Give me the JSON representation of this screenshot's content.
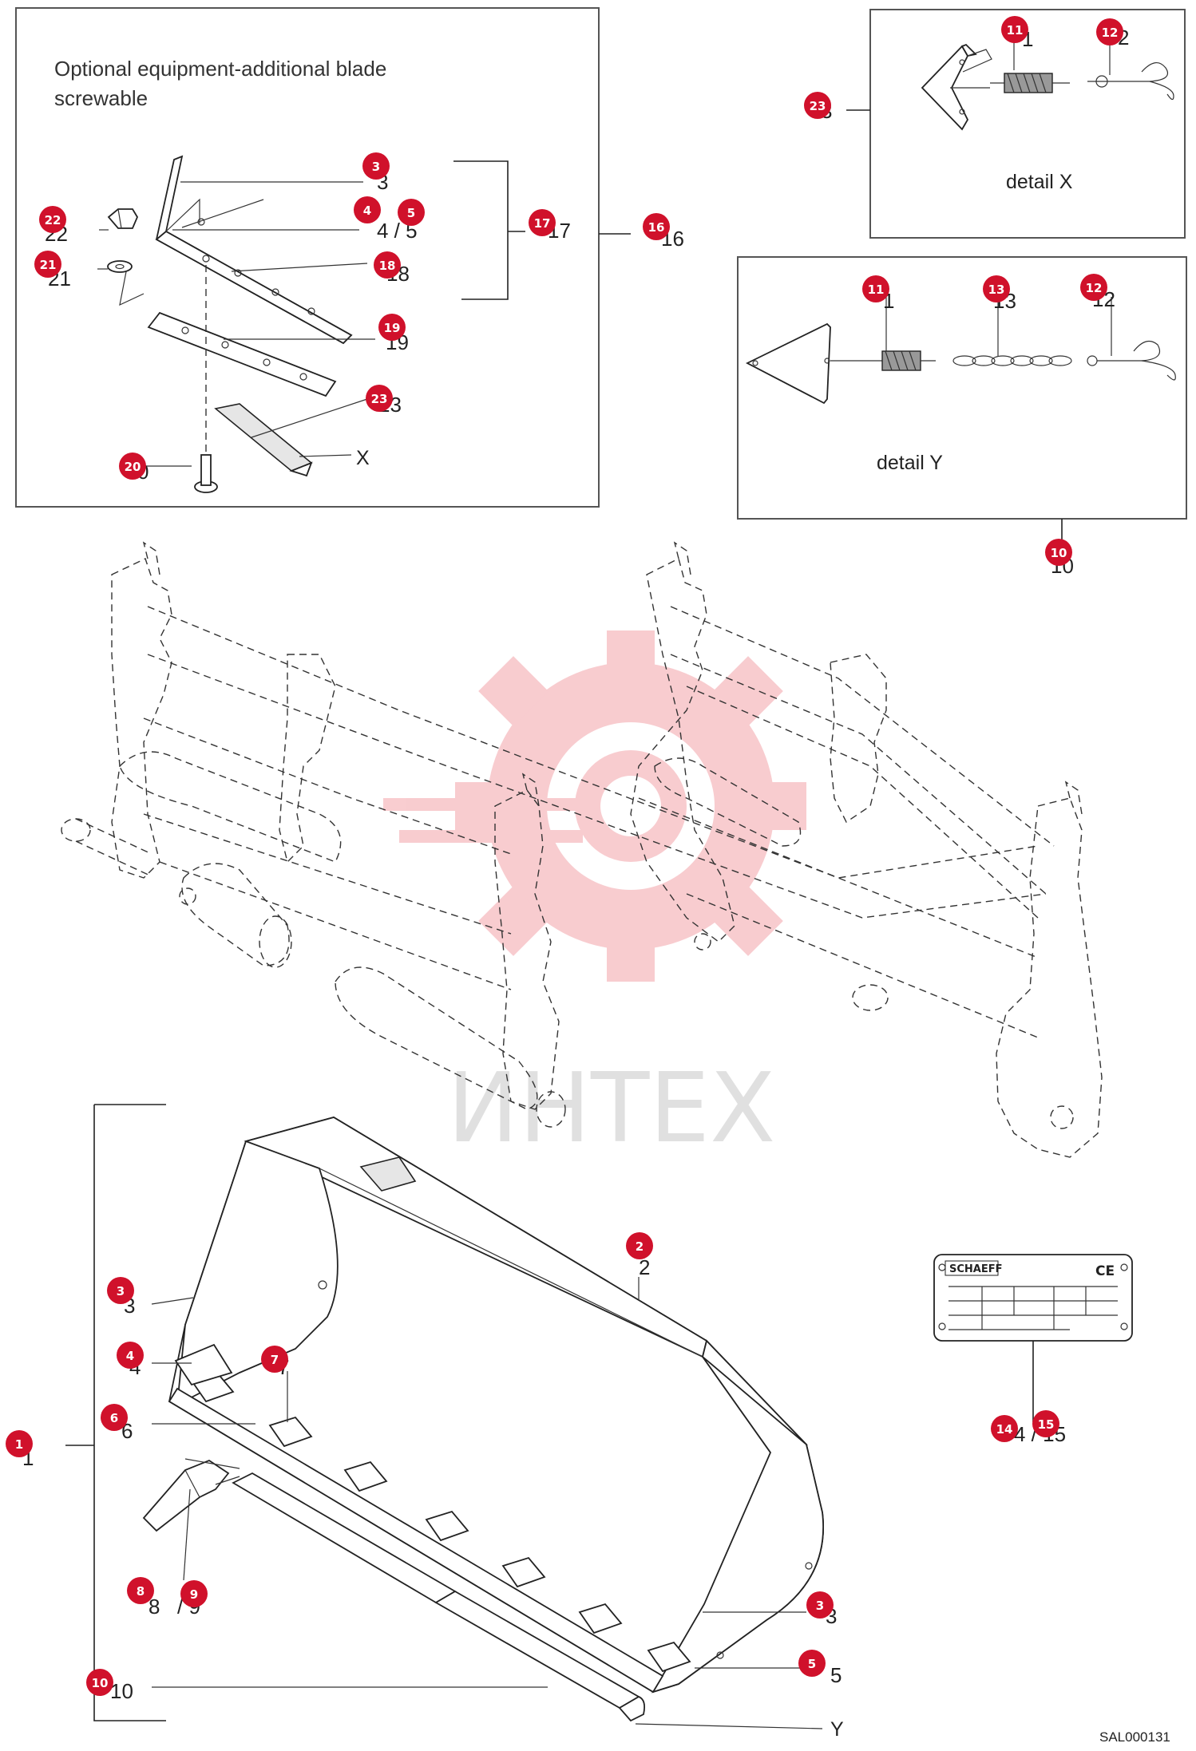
{
  "diagram": {
    "title_lines": [
      "Optional equipment-additional blade",
      "screwable"
    ],
    "detail_x_label": "detail X",
    "detail_y_label": "detail Y",
    "callout_x": "X",
    "callout_y": "Y",
    "reference_code": "SAL000131",
    "watermark": "ИНТЕХ",
    "nameplate_brand": "SCHAEFF",
    "nameplate_ce": "CE",
    "markers": [
      {
        "id": "m22",
        "label": "22"
      },
      {
        "id": "m21",
        "label": "21"
      },
      {
        "id": "m3a",
        "label": "3"
      },
      {
        "id": "m4a",
        "label": "4"
      },
      {
        "id": "m5a",
        "label": "5"
      },
      {
        "id": "m17",
        "label": "17"
      },
      {
        "id": "m16",
        "label": "16"
      },
      {
        "id": "m18",
        "label": "18"
      },
      {
        "id": "m19",
        "label": "19"
      },
      {
        "id": "m23a",
        "label": "23"
      },
      {
        "id": "m20",
        "label": "20"
      },
      {
        "id": "m11a",
        "label": "11"
      },
      {
        "id": "m12a",
        "label": "12"
      },
      {
        "id": "m23b",
        "label": "23"
      },
      {
        "id": "m11b",
        "label": "11"
      },
      {
        "id": "m13",
        "label": "13"
      },
      {
        "id": "m12b",
        "label": "12"
      },
      {
        "id": "m10a",
        "label": "10"
      },
      {
        "id": "m2",
        "label": "2"
      },
      {
        "id": "m3b",
        "label": "3"
      },
      {
        "id": "m4b",
        "label": "4"
      },
      {
        "id": "m7",
        "label": "7"
      },
      {
        "id": "m6",
        "label": "6"
      },
      {
        "id": "m1",
        "label": "1"
      },
      {
        "id": "m8",
        "label": "8"
      },
      {
        "id": "m9",
        "label": "9"
      },
      {
        "id": "m3c",
        "label": "3"
      },
      {
        "id": "m5b",
        "label": "5"
      },
      {
        "id": "m10b",
        "label": "10"
      },
      {
        "id": "m14",
        "label": "14"
      },
      {
        "id": "m15",
        "label": "15"
      }
    ],
    "ghost_numbers": [
      {
        "id": "g22",
        "text": "22"
      },
      {
        "id": "g21",
        "text": "21"
      },
      {
        "id": "g3a",
        "text": "3"
      },
      {
        "id": "g45a",
        "text": "4 / 5"
      },
      {
        "id": "g17",
        "text": "17"
      },
      {
        "id": "g16",
        "text": "16"
      },
      {
        "id": "g18",
        "text": "18"
      },
      {
        "id": "g19",
        "text": "19"
      },
      {
        "id": "g23a",
        "text": "23"
      },
      {
        "id": "g20",
        "text": "0"
      },
      {
        "id": "g11a",
        "text": "1"
      },
      {
        "id": "g12a",
        "text": "2"
      },
      {
        "id": "g23b",
        "text": "3"
      },
      {
        "id": "g11b",
        "text": "1"
      },
      {
        "id": "g13",
        "text": "13"
      },
      {
        "id": "g12b",
        "text": "12"
      },
      {
        "id": "g10a",
        "text": "10"
      },
      {
        "id": "g2",
        "text": "2"
      },
      {
        "id": "g3b",
        "text": "3"
      },
      {
        "id": "g4b",
        "text": "4"
      },
      {
        "id": "g7",
        "text": "7"
      },
      {
        "id": "g6",
        "text": "6"
      },
      {
        "id": "g1",
        "text": "1"
      },
      {
        "id": "g8",
        "text": "8"
      },
      {
        "id": "g9",
        "text": "/ 9"
      },
      {
        "id": "g3c",
        "text": "3"
      },
      {
        "id": "g5b",
        "text": "5"
      },
      {
        "id": "g10b",
        "text": "10"
      },
      {
        "id": "g1415",
        "text": "4 / 15"
      }
    ]
  }
}
